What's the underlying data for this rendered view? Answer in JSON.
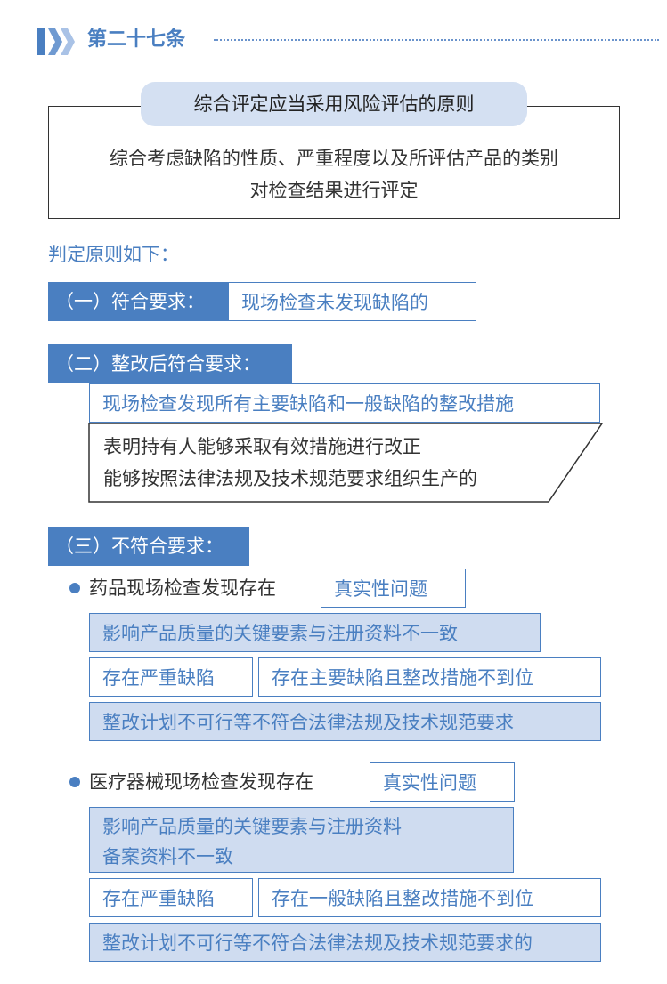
{
  "article": {
    "title": "第二十七条"
  },
  "principle": {
    "title": "综合评定应当采用风险评估的原则",
    "line1": "综合考虑缺陷的性质、严重程度以及所评估产品的类别",
    "line2": "对检查结果进行评定"
  },
  "intro": "判定原则如下：",
  "section1": {
    "label": "（一）符合要求：",
    "value": "现场检查未发现缺陷的"
  },
  "section2": {
    "label": "（二）整改后符合要求：",
    "item1": "现场检查发现所有主要缺陷和一般缺陷的整改措施",
    "item2_line1": "表明持有人能够采取有效措施进行改正",
    "item2_line2": "能够按照法律法规及技术规范要求组织生产的"
  },
  "section3": {
    "label": "（三）不符合要求：",
    "drug": {
      "lead": "药品现场检查发现存在",
      "authenticity": "真实性问题",
      "inconsistent": "影响产品质量的关键要素与注册资料不一致",
      "serious": "存在严重缺陷",
      "major": "存在主要缺陷且整改措施不到位",
      "plan": "整改计划不可行等不符合法律法规及技术规范要求"
    },
    "device": {
      "lead": "医疗器械现场检查发现存在",
      "authenticity": "真实性问题",
      "inconsistent_line1": "影响产品质量的关键要素与注册资料",
      "inconsistent_line2": "备案资料不一致",
      "serious": "存在严重缺陷",
      "general": "存在一般缺陷且整改措施不到位",
      "plan": "整改计划不可行等不符合法律法规及技术规范要求的"
    }
  }
}
